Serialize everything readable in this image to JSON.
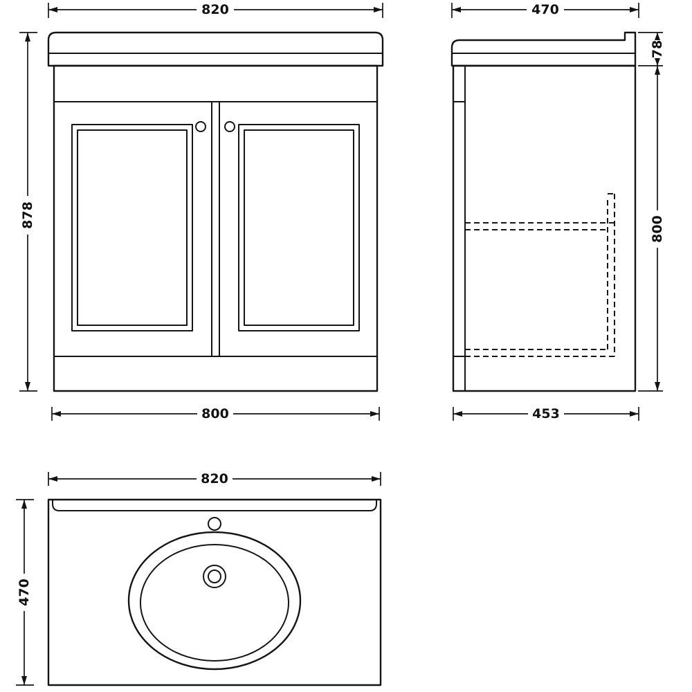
{
  "drawing": {
    "type": "technical-dimension-drawing",
    "subject": "vanity unit with basin - front, side and plan views",
    "colors": {
      "line": "#141414",
      "background": "#ffffff"
    },
    "front_view": {
      "width_top": "820",
      "height": "878",
      "width_bottom": "800"
    },
    "side_view": {
      "depth_top": "470",
      "worktop_height": "78",
      "cabinet_height": "800",
      "depth_bottom": "453"
    },
    "top_view": {
      "width": "820",
      "depth": "470"
    }
  }
}
